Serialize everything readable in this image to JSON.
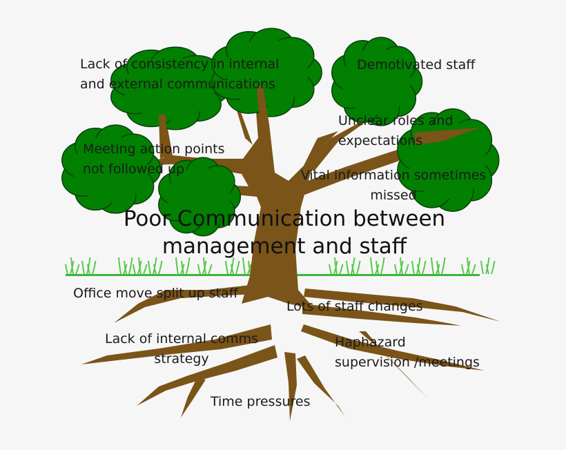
{
  "title": "Poor Communication between\nmanagement and staff",
  "effects": [
    {
      "id": "consistency",
      "text": "Lack of consistency in internal\nand external communications"
    },
    {
      "id": "demotivated",
      "text": "Demotivated staff"
    },
    {
      "id": "roles",
      "text": "Unclear roles and\nexpectations"
    },
    {
      "id": "action-points",
      "text": "Meeting action points\nnot followed up"
    },
    {
      "id": "vital-info",
      "text": "Vital information sometimes\nmissed"
    }
  ],
  "causes": [
    {
      "id": "office-move",
      "text": "Office move split up staff"
    },
    {
      "id": "staff-changes",
      "text": "Lots of staff changes"
    },
    {
      "id": "comms-strategy",
      "text": "Lack of internal comms\nstrategy"
    },
    {
      "id": "haphazard",
      "text": "Haphazard\nsupervision /meetings"
    },
    {
      "id": "time-pressures",
      "text": "Time pressures"
    }
  ],
  "colors": {
    "foliage": "#018001",
    "trunk": "#7a5418",
    "ground": "#3cb43c",
    "grass": "#56c94a",
    "background": "#f6f6f6"
  }
}
